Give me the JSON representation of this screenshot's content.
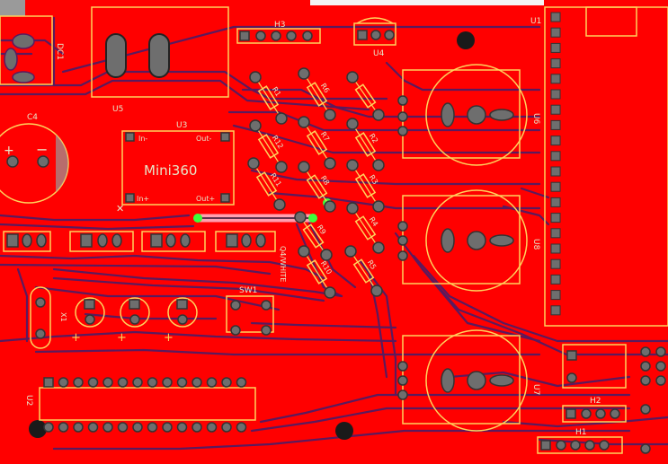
{
  "colors": {
    "copper": "#ff0000",
    "trace": "#5a1a5e",
    "silk": "#ffd35c",
    "pad": "#6e6e6e",
    "highlight": "#ff9fb0"
  },
  "labels": {
    "dc1": "DC1",
    "u5": "U5",
    "h3": "H3",
    "u4": "U4",
    "u1": "U1",
    "c4": "C4",
    "u3": "U3",
    "mini360": "Mini360",
    "in_minus": "In-",
    "out_minus": "Out-",
    "in_plus": "In+",
    "out_plus": "Out+",
    "q4_white": "Q4/WHITE",
    "sw1": "SW1",
    "u2": "U2",
    "u6": "U6",
    "u8": "U8",
    "u7": "U7",
    "h2": "H2",
    "h1": "H1",
    "x1": "X1",
    "r1": "R1",
    "r2": "R2",
    "r3": "R3",
    "r4": "R4",
    "r5": "R5",
    "r6": "R6",
    "r7": "R7",
    "r8": "R8",
    "r9": "R9",
    "r10": "R10",
    "r11": "R11",
    "r12": "R12"
  }
}
